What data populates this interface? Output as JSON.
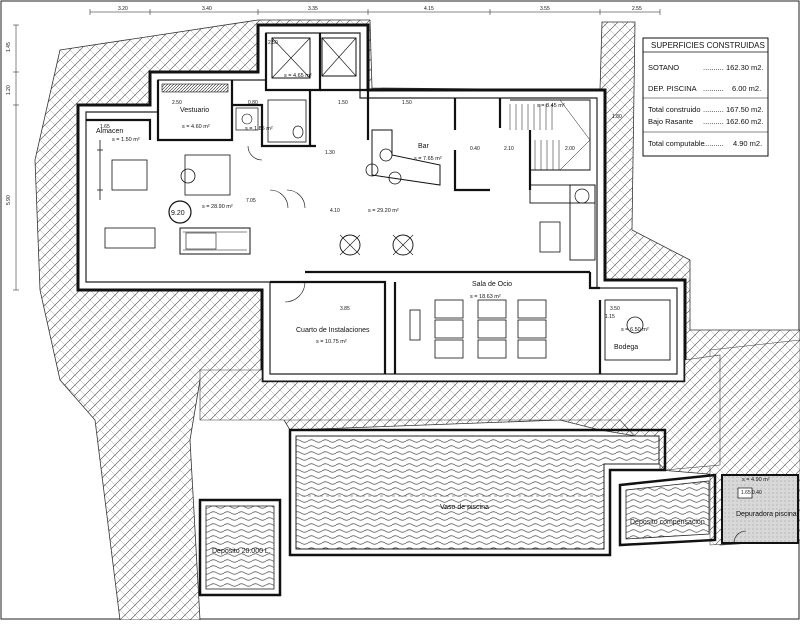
{
  "top_dimensions": [
    "3.20",
    "3.40",
    "3.35",
    "4.15",
    "3.55",
    "2.55"
  ],
  "left_dimensions": [
    "1.45",
    "1.20",
    "5.90"
  ],
  "table": {
    "title": "SUPERFICIES CONSTRUIDAS",
    "rows": [
      {
        "label": "SOTANO",
        "value": "162.30 m2."
      },
      {
        "label": "DEP. PISCINA",
        "value": "6.00 m2."
      },
      {
        "label": "Total construido",
        "value": "167.50 m2."
      },
      {
        "label": "Bajo Rasante",
        "value": "162.60 m2."
      },
      {
        "label": "Total computable",
        "value": "4.90 m2."
      }
    ]
  },
  "rooms": {
    "vestuario": {
      "name": "Vestuario",
      "area": "s = 4.60 m²"
    },
    "almacen": {
      "name": "Almacen",
      "area": "s = 1.50 m²"
    },
    "gym": {
      "area": "s = 28.90 m²",
      "badge": "9.20"
    },
    "ascensor": {
      "area": "s = 4.65 m²"
    },
    "wc": {
      "area": "s = 1.85 m²"
    },
    "bar": {
      "name": "Bar",
      "area": "s = 7.65 m²"
    },
    "main": {
      "area": "s = 29.20 m²"
    },
    "stair": {
      "area": "s = 8.45 m²"
    },
    "sala": {
      "name": "Sala de Ocio",
      "area": "s = 18.63 m²"
    },
    "instalaciones": {
      "name": "Cuarto de Instalaciones",
      "area": "s = 10.75 m²"
    },
    "bodega": {
      "name": "Bodega",
      "area": "s = 6.50 m²"
    },
    "piscina": {
      "name": "Vaso de piscina"
    },
    "deposito": {
      "name": "Deposito 20.000 L."
    },
    "compensacion": {
      "name": "Deposito compensacion"
    },
    "depuradora": {
      "name": "Depuradora piscina",
      "area": "s = 4.90 m²"
    }
  },
  "small_labels": {
    "d1": "2.50",
    "d2": "2.50",
    "d3": "0.80",
    "d4": "1.50",
    "d5": "1.50",
    "d6": "1.30",
    "d7": "0.40",
    "d8": "2.10",
    "d9": "4.10",
    "d10": "7.05",
    "d11": "1.65",
    "d12": "3.85",
    "d13": "2.00",
    "d14": "1.15",
    "d15": "3.50",
    "d16": "0.40",
    "d17": "1.65",
    "d18": "1.80"
  }
}
